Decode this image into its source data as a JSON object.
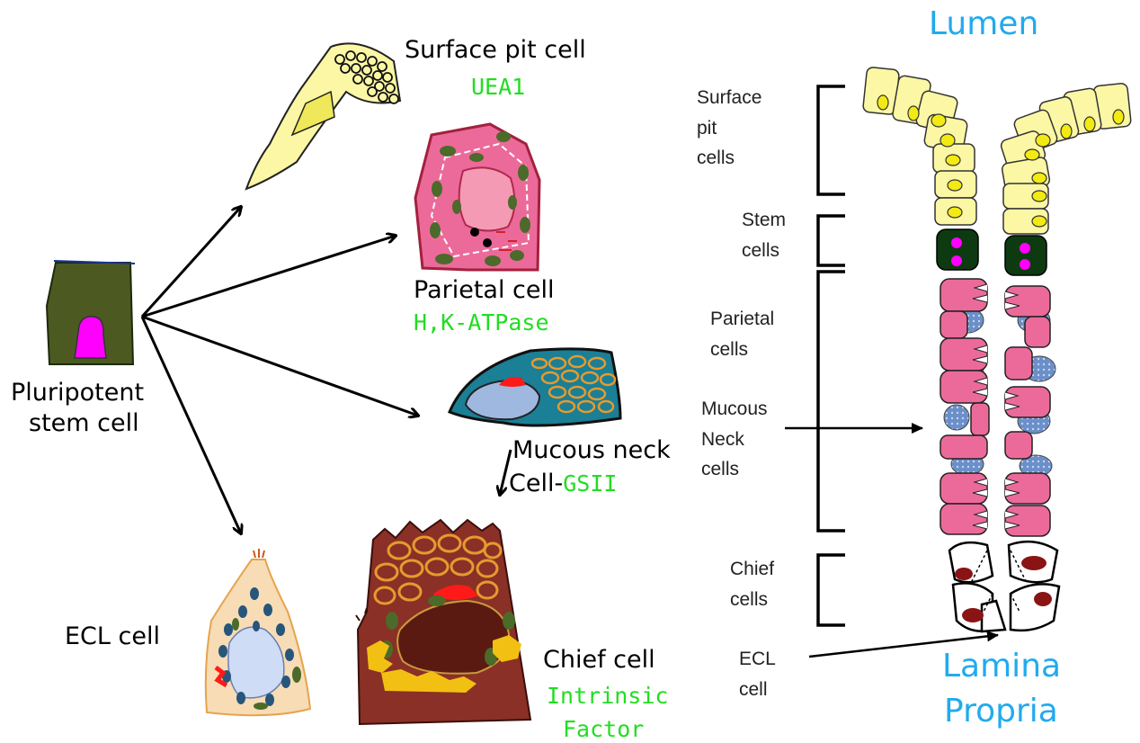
{
  "colors": {
    "marker_green": "#22dd22",
    "title_blue": "#22aaee",
    "surface_yellow": "#fbf7a4",
    "parietal_pink": "#ec6a9a",
    "stem_dark": "#0e3a12",
    "stem_nucleus": "#ff00ff",
    "mucous_teal": "#1b7f95",
    "chief_brown": "#8a3026",
    "ecl_tan": "#f7dcb5"
  },
  "left": {
    "stem_cell": {
      "line1": "Pluripotent",
      "line2": "stem cell"
    },
    "surface_pit": {
      "name": "Surface pit cell",
      "marker": "UEA1"
    },
    "parietal": {
      "name": "Parietal cell",
      "marker": "H,K-ATPase"
    },
    "mucous_neck": {
      "line1": "Mucous neck",
      "line2_prefix": "Cell-",
      "marker": "GSII"
    },
    "ecl": {
      "name": "ECL cell"
    },
    "chief": {
      "name": "Chief cell",
      "marker_line1": "Intrinsic",
      "marker_line2": "Factor"
    }
  },
  "right": {
    "lumen": "Lumen",
    "lamina_line1": "Lamina",
    "lamina_line2": "Propria",
    "labels": {
      "surface_pit": [
        "Surface",
        "pit",
        "cells"
      ],
      "stem": [
        "Stem",
        "cells"
      ],
      "parietal": [
        "Parietal",
        "cells"
      ],
      "mucous_neck": [
        "Mucous",
        "Neck",
        "cells"
      ],
      "chief": [
        "Chief",
        "cells"
      ],
      "ecl": [
        "ECL",
        "cell"
      ]
    }
  }
}
